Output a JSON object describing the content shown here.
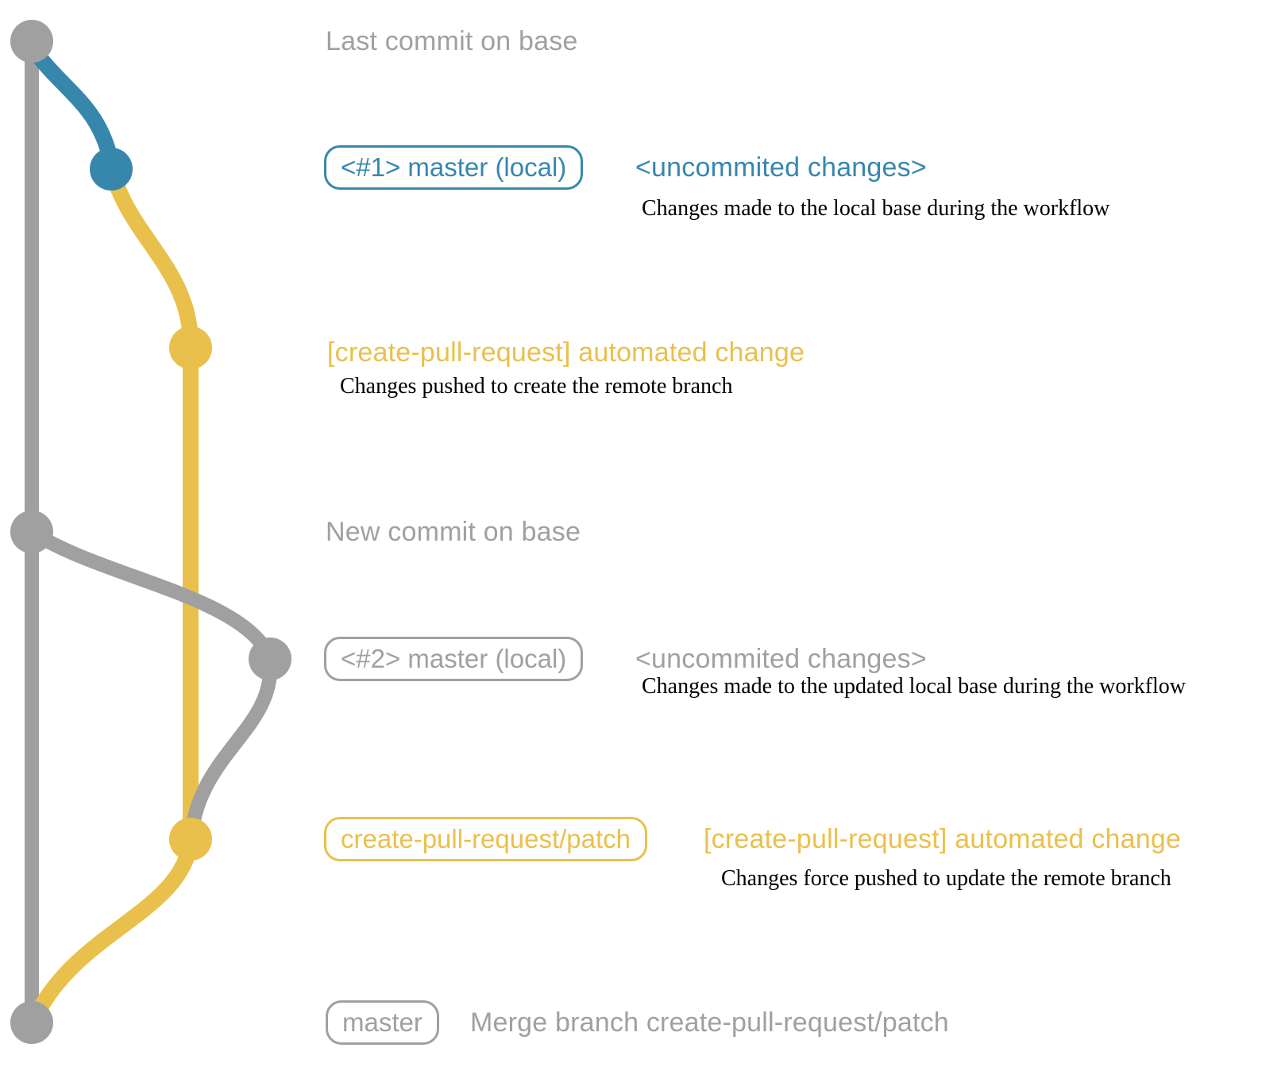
{
  "colors": {
    "gray": "#a0a0a0",
    "blue": "#3787ad",
    "yellow": "#e9c04b",
    "text_black": "#000000",
    "background": "#ffffff"
  },
  "notes": {
    "last_commit_on_base": "Last commit on base",
    "new_commit_on_base": "New commit on base"
  },
  "commits": {
    "c1": {
      "badge": "<#1> master (local)",
      "message": "<uncommited changes>",
      "description": "Changes made to the local base during the workflow"
    },
    "c2": {
      "message": "[create-pull-request] automated change",
      "description": "Changes pushed to create the remote branch"
    },
    "c3": {
      "badge": "<#2> master (local)",
      "message": "<uncommited changes>",
      "description": "Changes made to the updated local base during the workflow"
    },
    "c4": {
      "badge": "create-pull-request/patch",
      "message": "[create-pull-request] automated change",
      "description": "Changes force pushed to update the remote branch"
    },
    "c5": {
      "badge": "master",
      "message": "Merge branch create-pull-request/patch"
    }
  }
}
